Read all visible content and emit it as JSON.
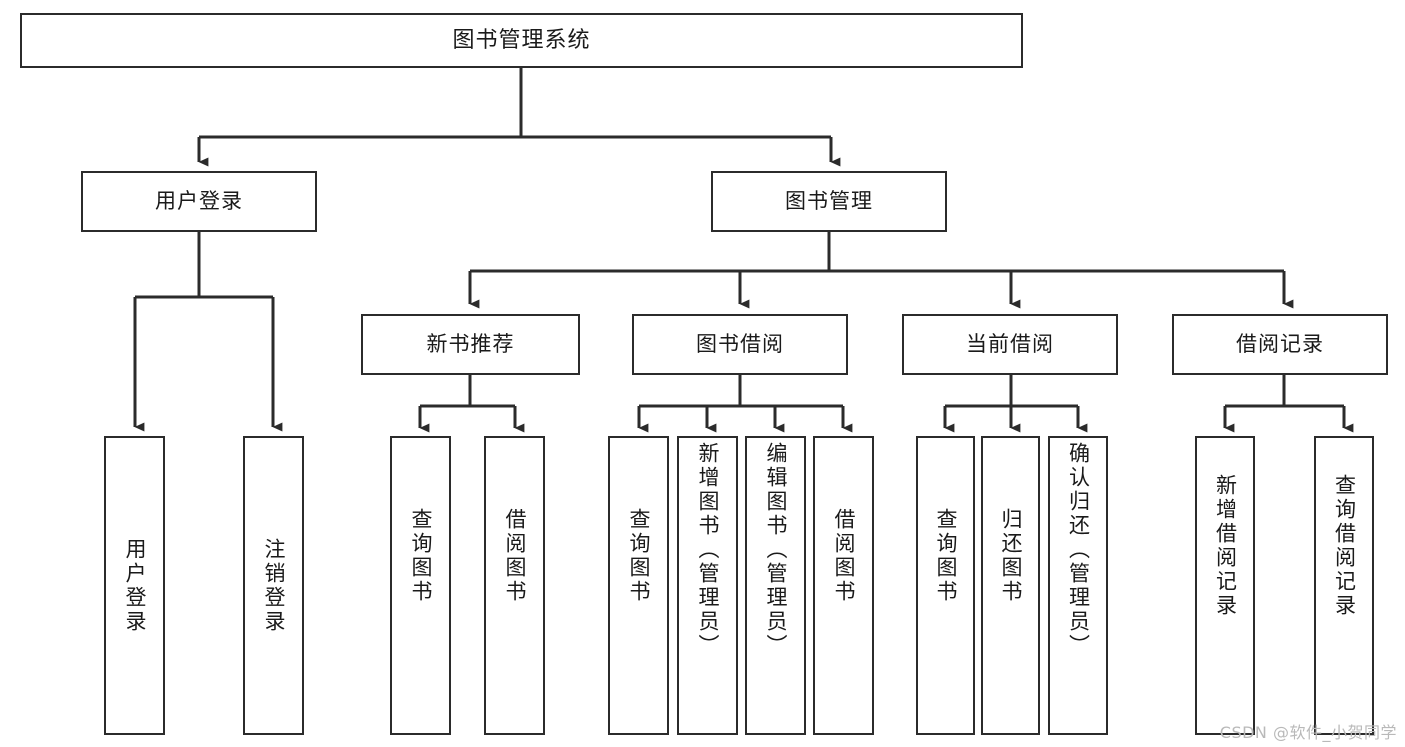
{
  "diagram": {
    "type": "tree-hierarchy",
    "title": "图书管理系统",
    "orientation": "top-down",
    "line_color": "#2b2b2b",
    "box_fill": "#ffffff",
    "text_color": "#1a1a1a",
    "root": {
      "label": "图书管理系统"
    },
    "level2": [
      {
        "label": "用户登录"
      },
      {
        "label": "图书管理"
      }
    ],
    "level3": [
      {
        "label": "新书推荐"
      },
      {
        "label": "图书借阅"
      },
      {
        "label": "当前借阅"
      },
      {
        "label": "借阅记录"
      }
    ],
    "leaves": {
      "user_login": [
        {
          "label": "用户登录"
        },
        {
          "label": "注销登录"
        }
      ],
      "new_book_recommend": [
        {
          "label": "查询图书"
        },
        {
          "label": "借阅图书"
        }
      ],
      "book_borrow": [
        {
          "label": "查询图书"
        },
        {
          "label": "新增图书（管理员）"
        },
        {
          "label": "编辑图书（管理员）"
        },
        {
          "label": "借阅图书"
        }
      ],
      "current_borrow": [
        {
          "label": "查询图书"
        },
        {
          "label": "归还图书"
        },
        {
          "label": "确认归还（管理员）"
        }
      ],
      "borrow_record": [
        {
          "label": "新增借阅记录"
        },
        {
          "label": "查询借阅记录"
        }
      ]
    }
  },
  "watermark": {
    "text": "CSDN @软件_小贺同学",
    "color": "#b9b9b9"
  }
}
